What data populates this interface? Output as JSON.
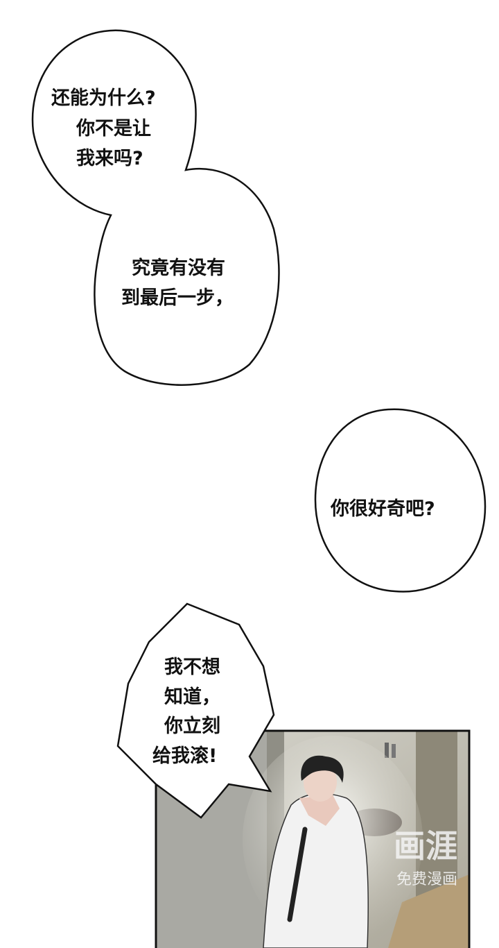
{
  "bubbles": [
    {
      "lines": [
        "还能为什么?",
        "你不是让",
        "我来吗?"
      ]
    },
    {
      "lines": [
        "究竟有没有",
        "到最后一步，"
      ]
    },
    {
      "lines": [
        "你很好奇吧?"
      ]
    },
    {
      "lines": [
        "我不想",
        "知道，",
        "你立刻",
        "给我滚!"
      ]
    }
  ],
  "watermark": {
    "logo": "画涯",
    "tagline": "免费漫画"
  },
  "colors": {
    "panel_border": "#111111",
    "wall": "#a9a9a3",
    "room": "#cfcdc4",
    "hair": "#222222",
    "towel": "#f2f2f2"
  }
}
